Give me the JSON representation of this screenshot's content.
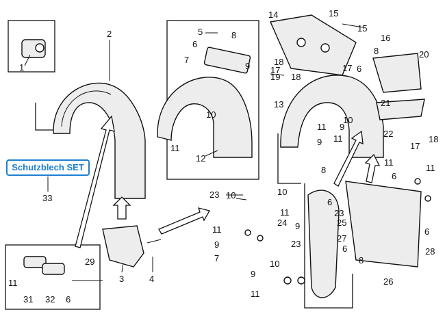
{
  "set_label": "Schutzblech SET",
  "callouts": [
    "1",
    "2",
    "3",
    "4",
    "5",
    "6",
    "7",
    "8",
    "9",
    "10",
    "11",
    "12",
    "13",
    "14",
    "15",
    "16",
    "17",
    "18",
    "19",
    "20",
    "21",
    "22",
    "23",
    "24",
    "25",
    "26",
    "27",
    "28",
    "29",
    "31",
    "32",
    "33"
  ],
  "colors": {
    "accent": "#1e7fd0",
    "ink": "#111111"
  }
}
